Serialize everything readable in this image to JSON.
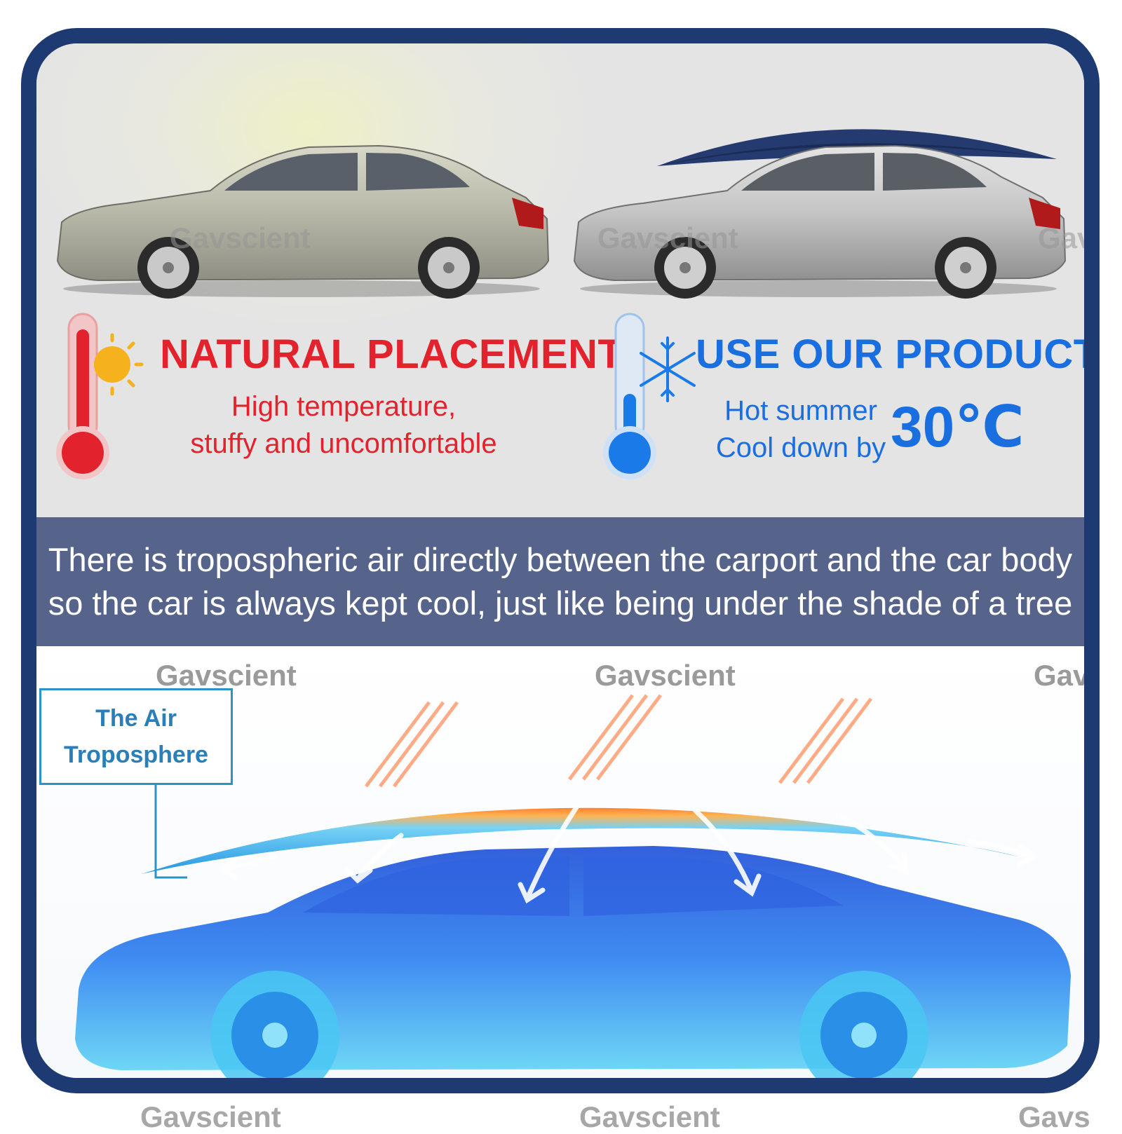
{
  "left_panel": {
    "title": "NATURAL PLACEMENT",
    "line1": "High temperature,",
    "line2": "stuffy and uncomfortable",
    "thermometer_color": "#e2232d",
    "icon": "sun-icon"
  },
  "right_panel": {
    "title": "USE OUR PRODUCTS",
    "line1": "Hot summer",
    "line2": "Cool down by",
    "temperature": "30℃",
    "thermometer_color": "#1a7be8",
    "icon": "snowflake-icon"
  },
  "banner": {
    "line1": "There is tropospheric air directly between the carport and the car body",
    "line2": "so the car is always kept cool, just like being under the shade of a tree"
  },
  "diagram": {
    "label_line1": "The Air",
    "label_line2": "Troposphere"
  },
  "watermark": "Gavscient",
  "watermark_partial": "Gavs",
  "colors": {
    "frame": "#1d3a72",
    "banner_bg": "#56648c",
    "red": "#e2232d",
    "blue": "#1a6fe0"
  }
}
